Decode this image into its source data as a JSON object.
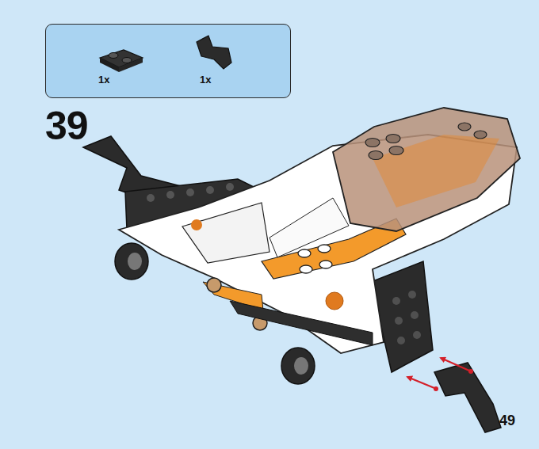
{
  "diagram": {
    "nodes": [
      {
        "text": [
          "1x",
          "1x"
        ]
      }
    ],
    "labels": [
      "39",
      "49"
    ]
  }
}
